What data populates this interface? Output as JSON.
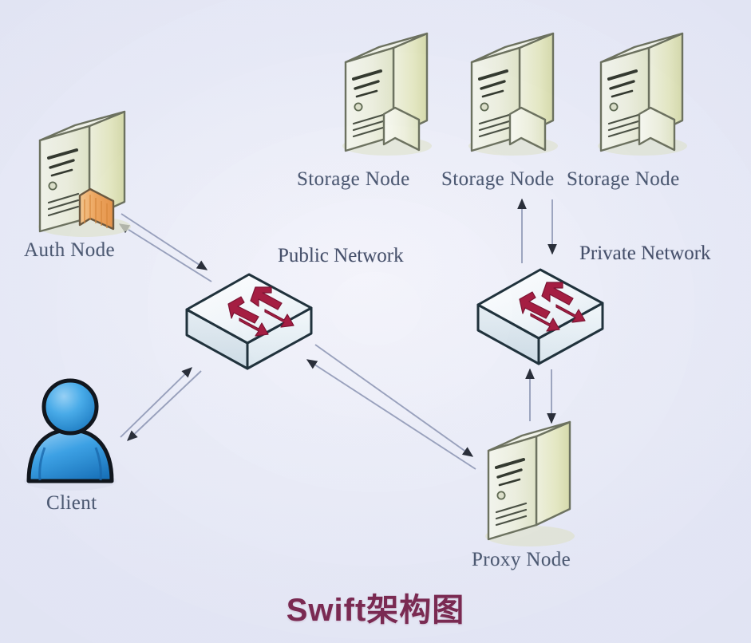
{
  "diagram": {
    "title": "Swift架构图",
    "title_color": "#7c2a52",
    "background_color": "#edeef8",
    "label_color": "#4d5a72",
    "switch_arrow_color": "#a61e42",
    "auth_panel_color": "#f0a860",
    "client_color": "#2f9de8",
    "nodes": [
      {
        "id": "auth",
        "label": "Auth Node",
        "type": "server-tower",
        "panel": "orange"
      },
      {
        "id": "client",
        "label": "Client",
        "type": "person"
      },
      {
        "id": "proxy",
        "label": "Proxy Node",
        "type": "server-tower",
        "panel": "none"
      },
      {
        "id": "storage1",
        "label": "Storage Node",
        "type": "server-tower",
        "panel": "cream"
      },
      {
        "id": "storage2",
        "label": "Storage Node",
        "type": "server-tower",
        "panel": "cream"
      },
      {
        "id": "storage3",
        "label": "Storage Node",
        "type": "server-tower",
        "panel": "cream"
      }
    ],
    "networks": [
      {
        "id": "public",
        "label": "Public Network",
        "type": "switch"
      },
      {
        "id": "private",
        "label": "Private Network",
        "type": "switch"
      }
    ],
    "links": [
      {
        "from": "auth",
        "to": "public",
        "direction": "bidirectional"
      },
      {
        "from": "client",
        "to": "public",
        "direction": "bidirectional"
      },
      {
        "from": "public",
        "to": "proxy",
        "direction": "bidirectional"
      },
      {
        "from": "proxy",
        "to": "private",
        "direction": "bidirectional"
      },
      {
        "from": "private",
        "to": "storage2",
        "direction": "bidirectional"
      }
    ]
  }
}
